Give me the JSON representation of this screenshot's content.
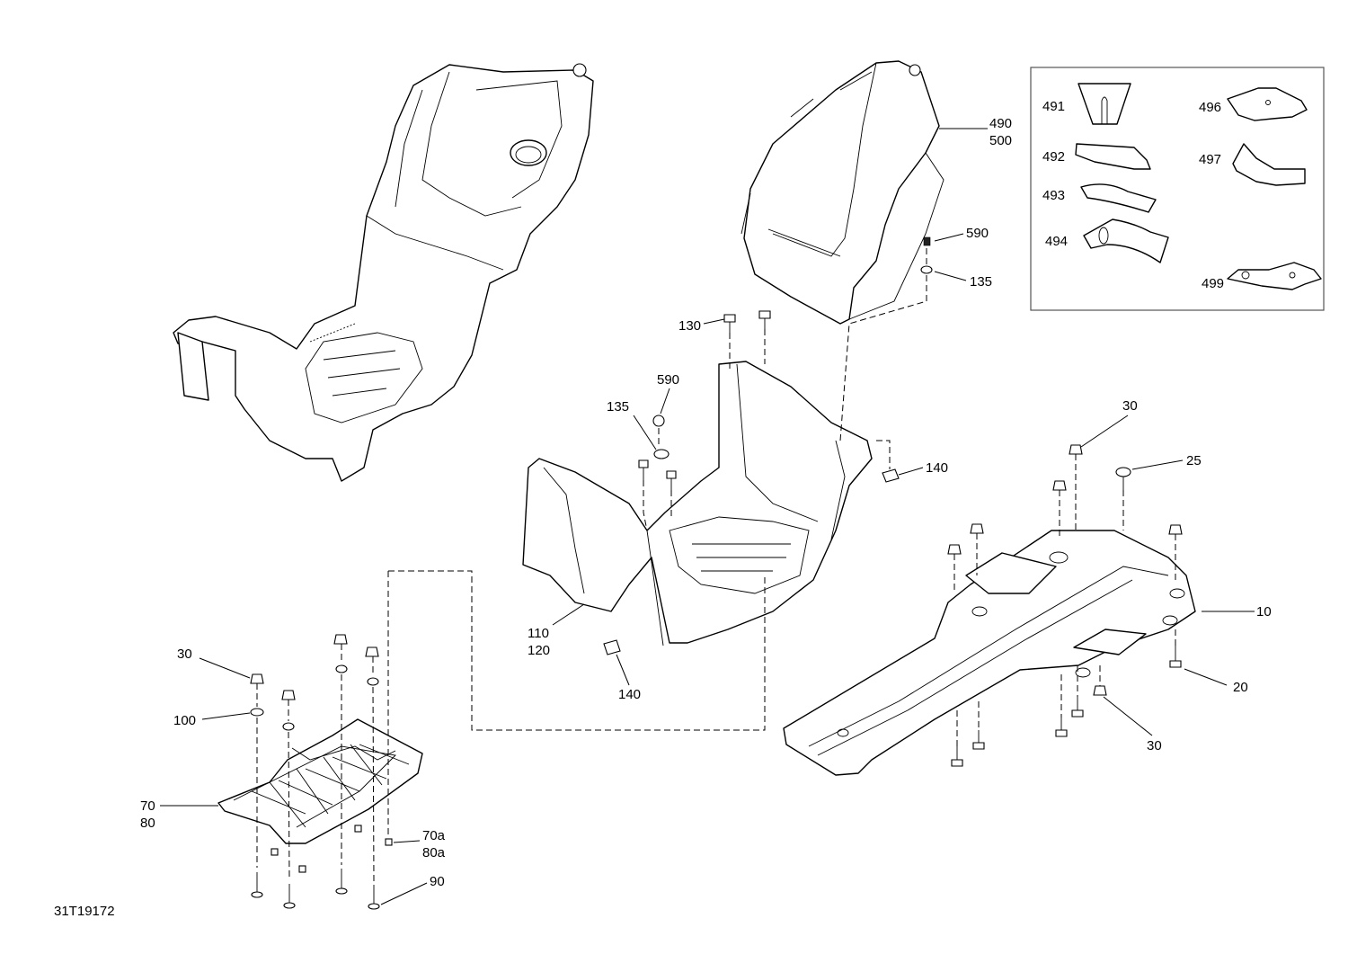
{
  "diagram": {
    "reference_code": "31T19172",
    "callouts": {
      "c491": "491",
      "c492": "492",
      "c493": "493",
      "c494": "494",
      "c496": "496",
      "c497": "497",
      "c499": "499",
      "c490": "490",
      "c500": "500",
      "c590_top": "590",
      "c135_top": "135",
      "c130": "130",
      "c590_mid": "590",
      "c135_mid": "135",
      "c140_right": "140",
      "c110": "110",
      "c120": "120",
      "c140_bottom": "140",
      "c30_top": "30",
      "c25": "25",
      "c10": "10",
      "c20": "20",
      "c30_bottom": "30",
      "c30_left": "30",
      "c100": "100",
      "c70": "70",
      "c80": "80",
      "c70a": "70a",
      "c80a": "80a",
      "c90": "90"
    }
  }
}
